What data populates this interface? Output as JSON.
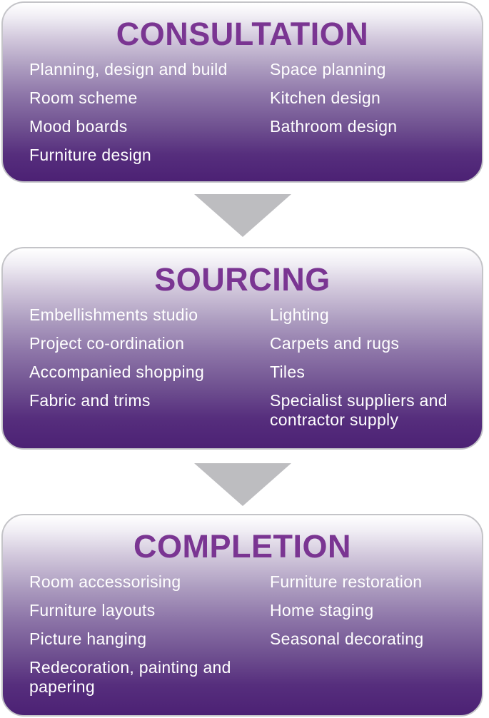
{
  "stages": [
    {
      "title": "CONSULTATION",
      "items": [
        "Planning, design and build",
        "Space planning",
        "Room scheme",
        "Kitchen design",
        "Mood boards",
        "Bathroom design",
        "Furniture design"
      ]
    },
    {
      "title": "SOURCING",
      "items": [
        "Embellishments studio",
        "Lighting",
        "Project co-ordination",
        "Carpets and rugs",
        "Accompanied shopping",
        "Tiles",
        "Fabric and trims",
        "Specialist suppliers and contractor supply"
      ]
    },
    {
      "title": "COMPLETION",
      "items": [
        "Room accessorising",
        "Furniture restoration",
        "Furniture layouts",
        "Home staging",
        "Picture hanging",
        "Seasonal decorating",
        "Redecoration, painting and papering"
      ]
    }
  ],
  "colors": {
    "title": "#7a3592",
    "box_top": "#ffffff",
    "box_bottom": "#4c2174",
    "border": "#c4c4c8",
    "arrow": "#bdbdc0",
    "item_text": "#ffffff"
  }
}
